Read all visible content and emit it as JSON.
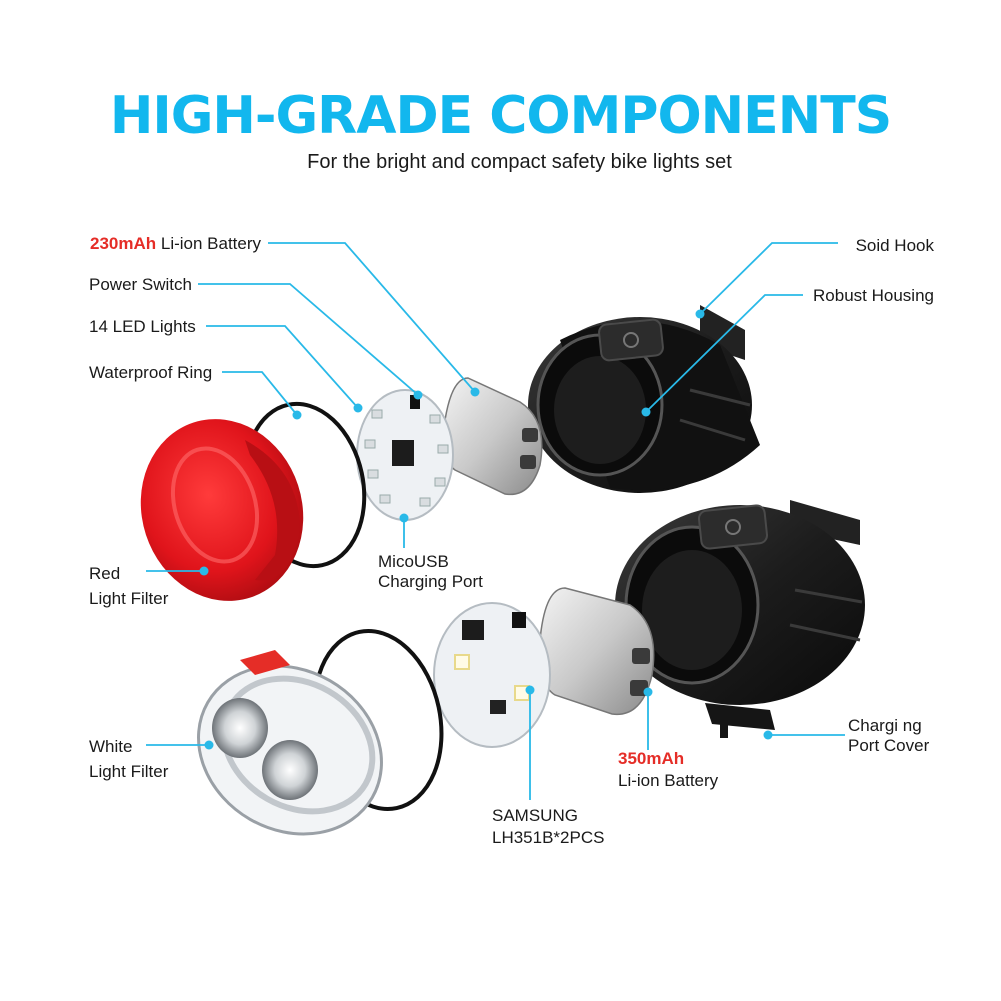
{
  "header": {
    "title": "HIGH-GRADE COMPONENTS",
    "subtitle": "For the bright and compact safety bike lights set"
  },
  "colors": {
    "title": "#12b7ee",
    "leader": "#29b9e8",
    "highlight": "#e52d27",
    "housing": "#1c1c1c",
    "red_filter": "#e0141b"
  },
  "labels": {
    "battery_230_capacity": "230mAh",
    "battery_230_type": " Li-ion Battery",
    "power_switch": "Power Switch",
    "led_lights": "14 LED Lights",
    "waterproof_ring": "Waterproof Ring",
    "red_filter_line1": "Red",
    "red_filter_line2": "Light Filter",
    "micro_usb_line1": "MicoUSB",
    "micro_usb_line2": "Charging Port",
    "solid_hook": "Soid Hook",
    "robust_housing": "Robust Housing",
    "white_filter_line1": "White",
    "white_filter_line2": "Light Filter",
    "samsung_line1": "SAMSUNG",
    "samsung_line2": "LH351B*2PCS",
    "battery_350_capacity": "350mAh",
    "battery_350_type": "Li-ion Battery",
    "charging_cover_line1": "Chargi ng",
    "charging_cover_line2": "Port Cover"
  }
}
